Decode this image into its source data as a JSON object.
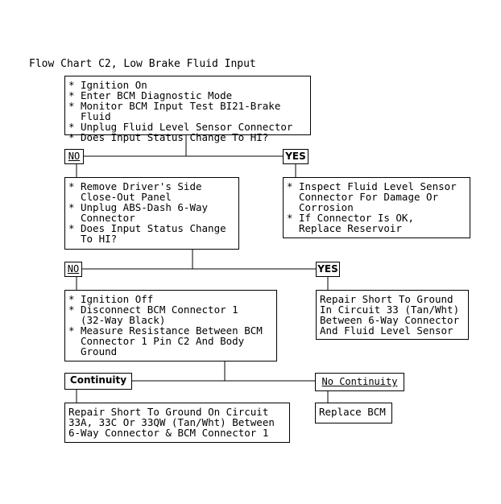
{
  "title": "Flow Chart C2, Low Brake Fluid Input",
  "bullet_char": "*",
  "step1": {
    "items": [
      "Ignition On",
      "Enter BCM Diagnostic Mode",
      "Monitor BCM Input Test BI21-Brake Fluid",
      "Unplug Fluid Level Sensor Connector",
      "Does Input Status Change To HI?"
    ]
  },
  "branch1": {
    "no_label": "NO",
    "yes_label": "YES"
  },
  "step2_no": {
    "items": [
      "Remove Driver's Side\nClose-Out Panel",
      "Unplug ABS-Dash 6-Way\nConnector",
      "Does Input Status Change\nTo HI?"
    ]
  },
  "step2_yes": {
    "items": [
      "Inspect Fluid Level Sensor\nConnector For Damage Or\nCorrosion",
      "If Connector Is OK,\nReplace Reservoir"
    ]
  },
  "branch2": {
    "no_label": "NO",
    "yes_label": "YES"
  },
  "step3_no": {
    "items": [
      "Ignition Off",
      "Disconnect BCM Connector 1\n(32-Way Black)",
      "Measure Resistance Between BCM\nConnector 1 Pin C2 And Body\nGround"
    ]
  },
  "step3_yes": {
    "text": "Repair Short To Ground\nIn Circuit 33 (Tan/Wht)\nBetween 6-Way Connector\nAnd Fluid Level Sensor"
  },
  "branch3": {
    "continuity_label": "Continuity",
    "no_continuity_label": "No Continuity"
  },
  "step4_cont": {
    "text": "Repair Short To Ground On Circuit\n33A, 33C Or 33QW (Tan/Wht) Between\n6-Way Connector & BCM Connector 1"
  },
  "step4_nocont": {
    "text": "Replace BCM"
  }
}
